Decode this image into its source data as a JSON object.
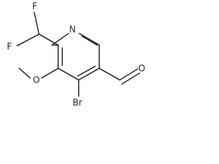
{
  "molecule": {
    "atoms": {
      "fluorine_top": "F",
      "fluorine_bottom": "F",
      "nitrogen": "N",
      "oxygen_methoxy": "O",
      "bromine": "Br",
      "oxygen_aldehyde": "O"
    }
  }
}
